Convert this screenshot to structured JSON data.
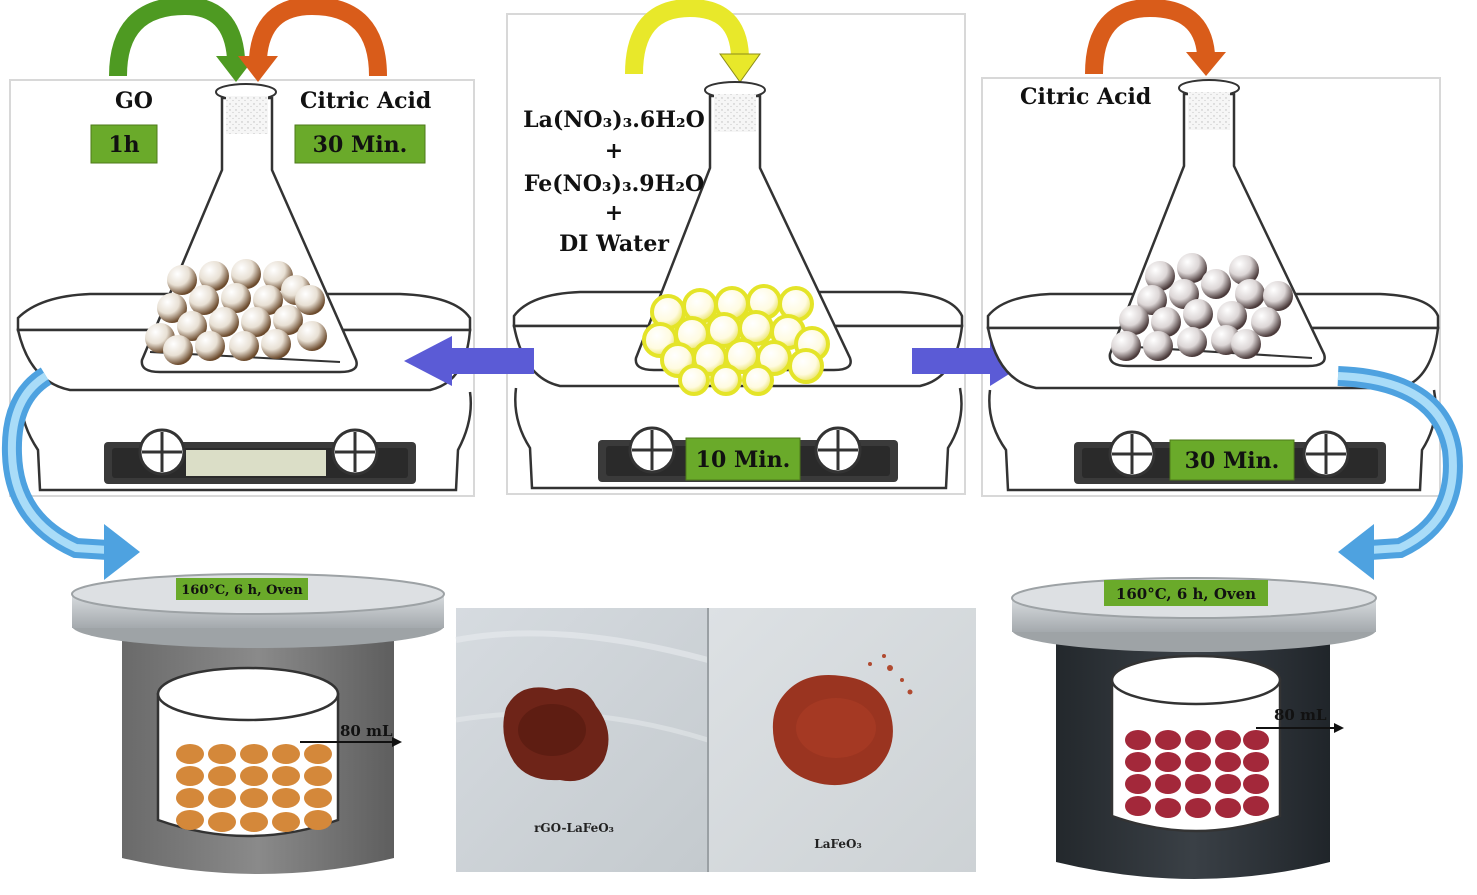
{
  "panels": {
    "left": {
      "reagent_a": "GO",
      "reagent_b": "Citric Acid",
      "time_a": "1h",
      "time_b": "30 Min."
    },
    "middle": {
      "reagent_line1": "La(NO₃)₃.6H₂O",
      "plus1": "+",
      "reagent_line2": "Fe(NO₃)₃.9H₂O",
      "plus2": "+",
      "reagent_line3": "DI Water",
      "time": "10 Min."
    },
    "right": {
      "reagent": "Citric Acid",
      "time": "30 Min."
    }
  },
  "ovens": {
    "left": {
      "label": "160°C, 6 h, Oven",
      "volume": "80 mL"
    },
    "right": {
      "label": "160°C, 6 h, Oven",
      "volume": "80 mL"
    }
  },
  "photos": {
    "left_caption": "rGO-LaFeO₃",
    "right_caption": "LaFeO₃"
  },
  "colors": {
    "label_green": "#6aaa2a",
    "arrow_blue": "#5b5bd6",
    "curved_arrow_blue": "#4fa0dd",
    "arrow_orange": "#e0601a",
    "arrow_green": "#5aa02a",
    "arrow_yellow": "#e8e82a",
    "oven_body": "#7a7a7a",
    "oven_body_dark": "#2e3338",
    "lid": "#b8bcc0",
    "sphere_orange": "#d4883a",
    "sphere_red": "#a3283a",
    "powder": "#7a2a1e"
  }
}
